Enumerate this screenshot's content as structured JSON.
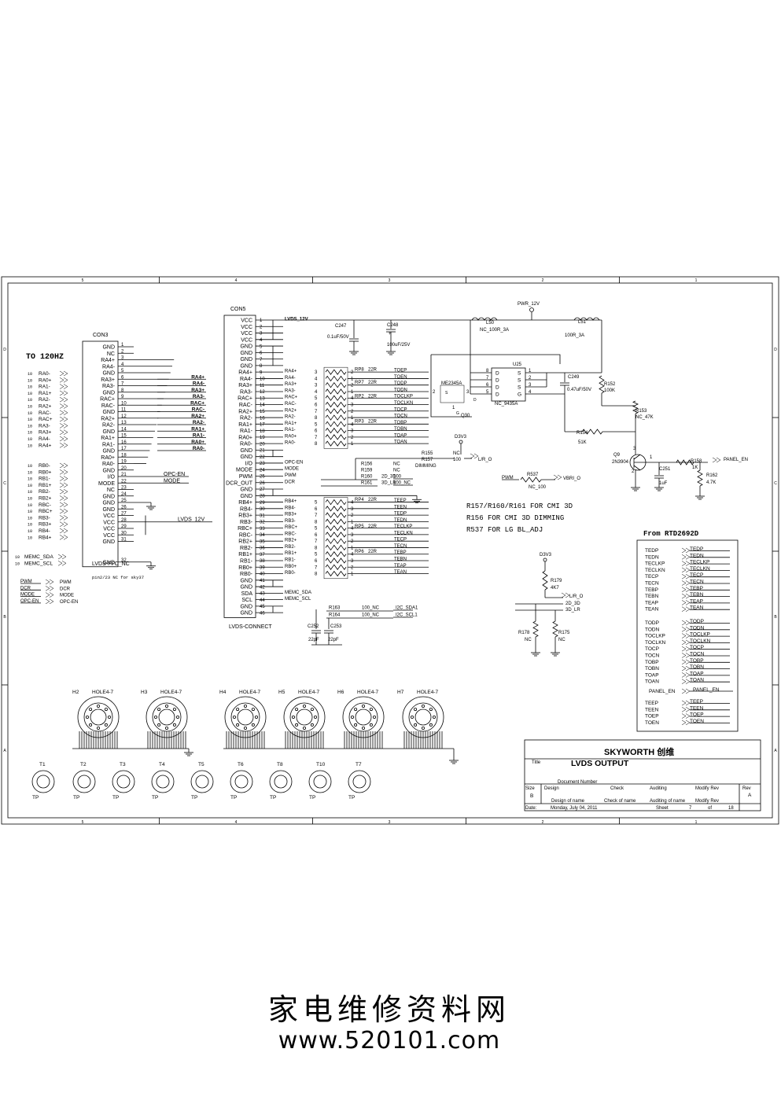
{
  "border": {
    "cols": [
      "5",
      "4",
      "3",
      "2",
      "1"
    ],
    "rows": [
      "D",
      "C",
      "B",
      "A"
    ]
  },
  "left_header": "TO 120HZ",
  "con3": {
    "ref": "CON3",
    "part": "LVDS-FFC_NC",
    "pins": [
      "GND",
      "NC",
      "RA4+",
      "RA4-",
      "GND",
      "RA3+",
      "RA3-",
      "GND",
      "RAC+",
      "RAC-",
      "GND",
      "RA2+",
      "RA2-",
      "GND",
      "RA1+",
      "RA1-",
      "GND",
      "RA0+",
      "RA0-",
      "GND",
      "I/O",
      "MODE",
      "NC",
      "GND",
      "GND",
      "GND",
      "VCC",
      "VCC",
      "VCC",
      "VCC",
      "GND",
      "GND"
    ],
    "gap_after": 30,
    "right_labels": [
      {
        "pin": 6,
        "text": "RA4+"
      },
      {
        "pin": 7,
        "text": "RA4-"
      },
      {
        "pin": 8,
        "text": "RA3+"
      },
      {
        "pin": 9,
        "text": "RA3-"
      },
      {
        "pin": 10,
        "text": "RAC+"
      },
      {
        "pin": 11,
        "text": "RAC-"
      },
      {
        "pin": 12,
        "text": "RA2+"
      },
      {
        "pin": 13,
        "text": "RA2-"
      },
      {
        "pin": 14,
        "text": "RA1+"
      },
      {
        "pin": 15,
        "text": "RA1-"
      },
      {
        "pin": 16,
        "text": "RA0+"
      },
      {
        "pin": 17,
        "text": "RA0-"
      }
    ],
    "io_labels": [
      {
        "pin": 21,
        "text": "OPC-EN"
      },
      {
        "pin": 22,
        "text": "MODE"
      }
    ],
    "vcc_label": "LVDS_12V",
    "note": "pin2/23 NC for sky37"
  },
  "left_ports": {
    "prefix": "10",
    "group_a": [
      "RA0-",
      "RA0+",
      "RA1-",
      "RA1+",
      "RA2-",
      "RA2+",
      "RAC-",
      "RAC+",
      "RA3-",
      "RA3+",
      "RA4-",
      "RA4+"
    ],
    "group_b": [
      "RB0-",
      "RB0+",
      "RB1-",
      "RB1+",
      "RB2-",
      "RB2+",
      "RBC-",
      "RBC+",
      "RB3-",
      "RB3+",
      "RB4-",
      "RB4+"
    ],
    "memc": [
      "MEMC_SDA",
      "MEMC_SCL"
    ],
    "ctrl": [
      [
        "PWM",
        "PWM"
      ],
      [
        "DCR",
        "DCR"
      ],
      [
        "MODE",
        "MODE"
      ],
      [
        "OPC-EN",
        "OPC-EN"
      ]
    ]
  },
  "con5": {
    "ref": "CON5",
    "part": "LVDS-CONNECT",
    "pins": [
      "VCC",
      "VCC",
      "VCC",
      "VCC",
      "GND",
      "GND",
      "GND",
      "GND",
      "RA4+",
      "RA4-",
      "RA3+",
      "RA3-",
      "RAC+",
      "RAC-",
      "RA2+",
      "RA2-",
      "RA1+",
      "RA1-",
      "RA0+",
      "RA0-",
      "GND",
      "GND",
      "I/O",
      "MODE",
      "PWM",
      "DCR_OUT",
      "GND",
      "GND",
      "RB4+",
      "RB4-",
      "RB3+",
      "RB3-",
      "RBC+",
      "RBC-",
      "RB2+",
      "RB2-",
      "RB1+",
      "RB1-",
      "RB0+",
      "RB0-",
      "GND",
      "GND",
      "SDA",
      "SCL",
      "GND",
      "GND"
    ],
    "net_labels": {
      "1": "LVDS_12V",
      "9": "RA4+",
      "10": "RA4-",
      "11": "RA3+",
      "12": "RA3-",
      "13": "RAC+",
      "14": "RAC-",
      "15": "RA2+",
      "16": "RA2-",
      "17": "RA1+",
      "18": "RA1-",
      "19": "RA0+",
      "20": "RA0-",
      "23": "OPC-EN",
      "24": "MODE",
      "25": "PWM",
      "26": "DCR",
      "29": "RB4+",
      "30": "RB4-",
      "31": "RB3+",
      "32": "RB3-",
      "33": "RBC+",
      "34": "RBC-",
      "35": "RB2+",
      "36": "RB2-",
      "37": "RB1+",
      "38": "RB1-",
      "39": "RB0+",
      "40": "RB0-",
      "43": "MEMC_SDA",
      "44": "MEMC_SCL"
    }
  },
  "rpacks": {
    "ra": [
      {
        "l": "3",
        "r": "2",
        "out": "TOEP"
      },
      {
        "l": "4",
        "r": "1",
        "out": "TOEN"
      },
      {
        "l": "3",
        "r": "2",
        "out": "TODP"
      },
      {
        "l": "4",
        "r": "1",
        "out": "TODN"
      },
      {
        "l": "5",
        "r": "4",
        "out": "TOCLKP"
      },
      {
        "l": "6",
        "r": "3",
        "out": "TOCLKN"
      },
      {
        "l": "7",
        "r": "2",
        "out": "TOCP"
      },
      {
        "l": "8",
        "r": "1",
        "out": "TOCN"
      },
      {
        "l": "5",
        "r": "4",
        "out": "TOBP"
      },
      {
        "l": "6",
        "r": "3",
        "out": "TOBN"
      },
      {
        "l": "7",
        "r": "2",
        "out": "TOAP"
      },
      {
        "l": "8",
        "r": "1",
        "out": "TOAN"
      }
    ],
    "ra_refs": [
      {
        "ref": "RP8",
        "val": "22R"
      },
      {
        "ref": "RP7",
        "val": "22R"
      },
      {
        "ref": "RP2",
        "val": "22R"
      },
      {
        "ref": "RP3",
        "val": "22R"
      }
    ],
    "rb": [
      {
        "l": "5",
        "r": "4",
        "out": "TEEP"
      },
      {
        "l": "6",
        "r": "3",
        "out": "TEEN"
      },
      {
        "l": "7",
        "r": "2",
        "out": "TEDP"
      },
      {
        "l": "8",
        "r": "1",
        "out": "TEDN"
      },
      {
        "l": "5",
        "r": "4",
        "out": "TECLKP"
      },
      {
        "l": "6",
        "r": "3",
        "out": "TECLKN"
      },
      {
        "l": "7",
        "r": "2",
        "out": "TECP"
      },
      {
        "l": "8",
        "r": "1",
        "out": "TECN"
      },
      {
        "l": "5",
        "r": "4",
        "out": "TEBP"
      },
      {
        "l": "6",
        "r": "3",
        "out": "TEBN"
      },
      {
        "l": "7",
        "r": "2",
        "out": "TEAP"
      },
      {
        "l": "8",
        "r": "1",
        "out": "TEAN"
      }
    ],
    "rb_refs": [
      {
        "ref": "RP4",
        "val": "22R"
      },
      {
        "ref": "RP5",
        "val": "22R"
      },
      {
        "ref": "RP6",
        "val": "22R"
      }
    ]
  },
  "ctrl_resistors": [
    {
      "ref": "R156",
      "val": "NC"
    },
    {
      "ref": "R159",
      "val": "NC"
    },
    {
      "ref": "R160",
      "val": "100"
    },
    {
      "ref": "R161",
      "val": "100_NC"
    },
    {
      "ref": "R163",
      "val": "100_NC"
    },
    {
      "ref": "R164",
      "val": "100_NC"
    }
  ],
  "ctrl_nets": {
    "dimming": "DIMMING",
    "d3d": "2D_3D",
    "lr": "3D_LR",
    "sda1": "I2C_SDA1",
    "scl1": "I2C_SCL1"
  },
  "caps": {
    "c252": "C252",
    "c253": "C253",
    "c252v": "22pF",
    "c253v": "22pF"
  },
  "power": {
    "pwr": "PWR_12V",
    "lvds": "LVDS_12V",
    "c247": "C247",
    "c247v": "0.1uF/50V",
    "c248": "C248",
    "c248v": "100uF/25V",
    "l50": "L50",
    "l50v": "NC_100R_3A",
    "l51": "L51",
    "l51v": "100R_3A",
    "u25": "U25",
    "u25v": "NC_9435A",
    "u25_left": [
      "8",
      "7",
      "6",
      "5"
    ],
    "u25_right": [
      "1",
      "2",
      "3",
      "4"
    ],
    "u25_lp": [
      "D",
      "D",
      "D",
      "D"
    ],
    "u25_rp": [
      "S",
      "S",
      "S",
      "G"
    ],
    "q30": "ME2345A",
    "q30r": "Q30",
    "q30pins": [
      "2",
      "3",
      "1"
    ],
    "q30g": "G",
    "q30d": "D",
    "q30s": "S",
    "c249": "C249",
    "c249v": "0.47uF/50V",
    "r152": "R152",
    "r152v": "100K",
    "r153": "R153",
    "r153v": "NC_47K",
    "r154": "R154",
    "r154v": "51K",
    "q9": "Q9",
    "q9v": "2N3904",
    "q9pins": [
      "1",
      "2",
      "3"
    ],
    "c251": "C251",
    "c251v": "1uF",
    "r158": "R158",
    "r158v": "1K",
    "r162": "R162",
    "r162v": "4.7K",
    "panel_en": "PANEL_EN",
    "d3v3": "D3V3",
    "r155": "R155",
    "r155v": "NC",
    "r157": "R157",
    "r157v": "100",
    "lro": "L/R_O",
    "pwm": "PWM",
    "r537": "R537",
    "r537v": "NC_100",
    "vbri": "VBRI_O"
  },
  "notes": [
    "R157/R160/R161 FOR CMI 3D",
    "R156 FOR CMI 3D DIMMING",
    "R537 FOR LG BL_ADJ"
  ],
  "lr_circuit": {
    "d3v3": "D3V3",
    "r179": "R179",
    "r179v": "4K7",
    "lro": "L/R_O",
    "d3d": "2D_3D",
    "lr": "3D_LR",
    "r178": "R178",
    "r178v": "NC",
    "r175": "R175",
    "r175v": "NC"
  },
  "rtd": {
    "title": "From RTD2692D",
    "group1": [
      "TEDP",
      "TEDN",
      "TECLKP",
      "TECLKN",
      "TECP",
      "TECN",
      "TEBP",
      "TEBN",
      "TEAP",
      "TEAN"
    ],
    "group2": [
      "TODP",
      "TODN",
      "TOCLKP",
      "TOCLKN",
      "TOCP",
      "TOCN",
      "TOBP",
      "TOBN",
      "TOAP",
      "TOAN"
    ],
    "panel": "PANEL_EN",
    "group3": [
      "TEEP",
      "TEEN",
      "TOEP",
      "TOEN"
    ]
  },
  "holes": [
    {
      "ref": "H2",
      "val": "HOLE4-7"
    },
    {
      "ref": "H3",
      "val": "HOLE4-7"
    },
    {
      "ref": "H4",
      "val": "HOLE4-7"
    },
    {
      "ref": "H5",
      "val": "HOLE4-7"
    },
    {
      "ref": "H6",
      "val": "HOLE4-7"
    },
    {
      "ref": "H7",
      "val": "HOLE4-7"
    }
  ],
  "testpoints": [
    {
      "ref": "T1",
      "val": "TP"
    },
    {
      "ref": "T2",
      "val": "TP"
    },
    {
      "ref": "T3",
      "val": "TP"
    },
    {
      "ref": "T4",
      "val": "TP"
    },
    {
      "ref": "T5",
      "val": "TP"
    },
    {
      "ref": "T6",
      "val": "TP"
    },
    {
      "ref": "T8",
      "val": "TP"
    },
    {
      "ref": "T10",
      "val": "TP"
    },
    {
      "ref": "T7",
      "val": "TP"
    }
  ],
  "title_block": {
    "company": "SKYWORTH 创维",
    "title_label": "Title",
    "title": "LVDS OUTPUT",
    "docnum_label": "Document Number",
    "size_label": "Size",
    "size": "B",
    "design_label": "Design",
    "check_label": "Check",
    "auditing_label": "Auditing",
    "modify_label": "Modify Rev",
    "rev_label": "Rev",
    "rev": "A",
    "design_name": "Design of name",
    "check_name": "Check  of  name",
    "audit_name": "Auditing of name",
    "modify_name": "Modify Rev",
    "date_label": "Date:",
    "date": "Monday, July 04, 2011",
    "sheet_label": "Sheet",
    "sheet": "7",
    "of_label": "of",
    "of": "18"
  },
  "watermark": {
    "cn": "家电维修资料网",
    "url": "www.520101.com"
  }
}
